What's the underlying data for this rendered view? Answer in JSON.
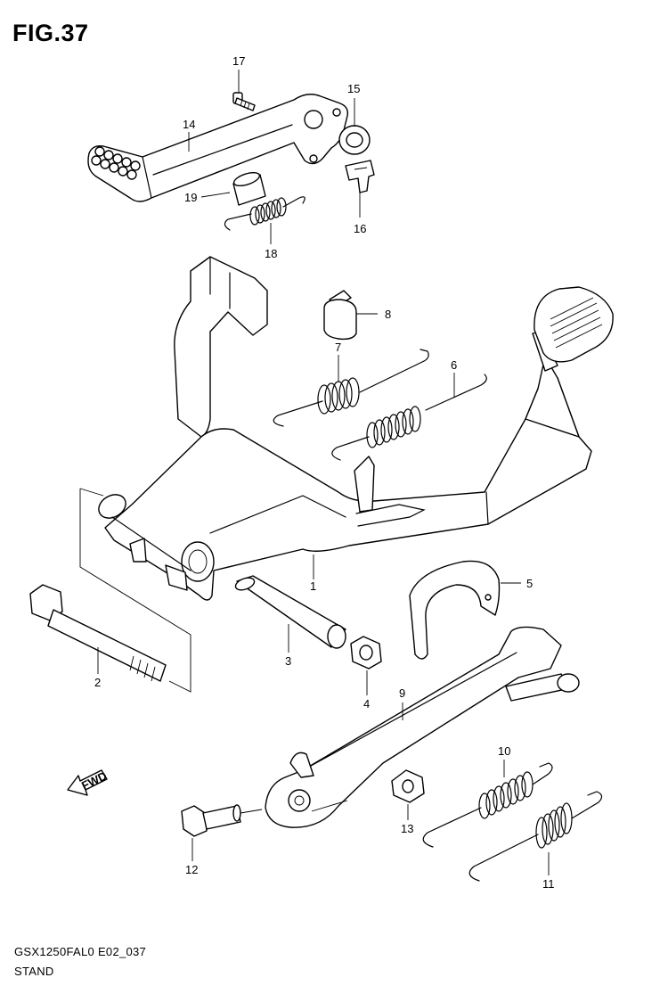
{
  "figure": {
    "title": "FIG.37",
    "footer_code": "GSX1250FAL0 E02_037",
    "footer_name": "STAND",
    "fwd_label": "FWD"
  },
  "callouts": {
    "p1": "1",
    "p2": "2",
    "p3": "3",
    "p4": "4",
    "p5": "5",
    "p6": "6",
    "p7": "7",
    "p8": "8",
    "p9": "9",
    "p10": "10",
    "p11": "11",
    "p12": "12",
    "p13": "13",
    "p14": "14",
    "p15": "15",
    "p16": "16",
    "p17": "17",
    "p18": "18",
    "p19": "19"
  }
}
